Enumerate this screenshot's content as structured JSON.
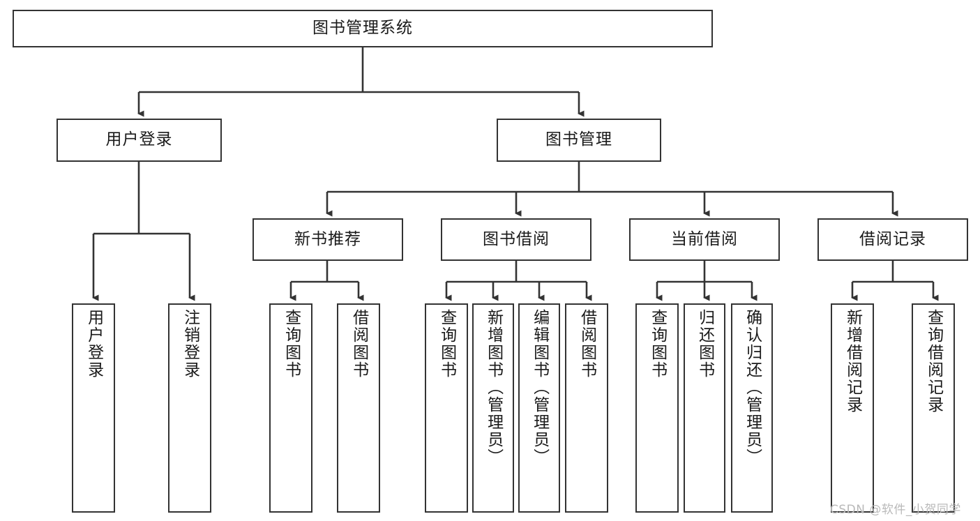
{
  "diagram": {
    "title": "图书管理系统",
    "root": {
      "label": "图书管理系统"
    },
    "level2": [
      {
        "label": "用户登录"
      },
      {
        "label": "图书管理"
      }
    ],
    "level3": [
      {
        "label": "新书推荐"
      },
      {
        "label": "图书借阅"
      },
      {
        "label": "当前借阅"
      },
      {
        "label": "借阅记录"
      }
    ],
    "leaves": {
      "user_login": [
        {
          "label": "用户登录"
        },
        {
          "label": "注销登录"
        }
      ],
      "new_book_recommend": [
        {
          "label": "查询图书"
        },
        {
          "label": "借阅图书"
        }
      ],
      "book_borrow": [
        {
          "label": "查询图书"
        },
        {
          "label": "新增图书（管理员）"
        },
        {
          "label": "编辑图书（管理员）"
        },
        {
          "label": "借阅图书"
        }
      ],
      "current_borrow": [
        {
          "label": "查询图书"
        },
        {
          "label": "归还图书"
        },
        {
          "label": "确认归还（管理员）"
        }
      ],
      "borrow_record": [
        {
          "label": "新增借阅记录"
        },
        {
          "label": "查询借阅记录"
        }
      ]
    },
    "watermark": "CSDN @软件_小贺同学",
    "colors": {
      "stroke": "#333333",
      "box_fill": "#ffffff",
      "text": "#1a1a1a",
      "watermark": "#b9b9b9"
    }
  }
}
